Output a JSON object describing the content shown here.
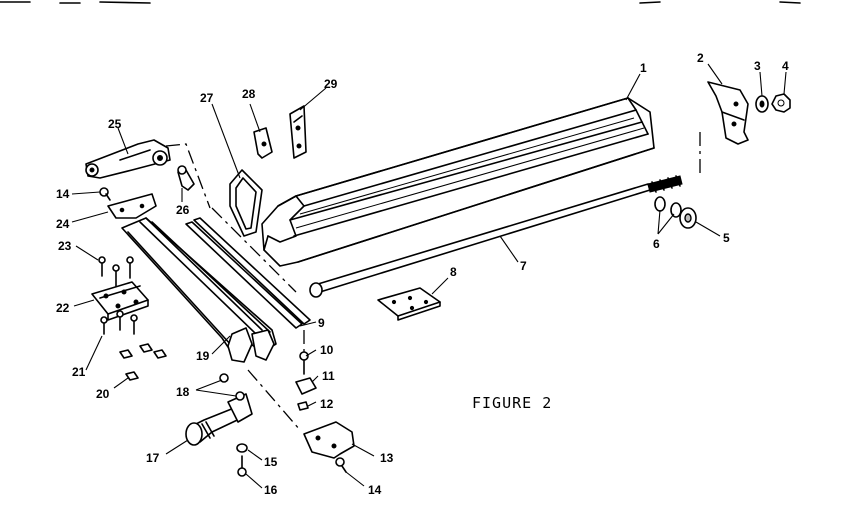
{
  "figure_label": "FIGURE 2",
  "callouts": {
    "p1": "1",
    "p2": "2",
    "p3": "3",
    "p4": "4",
    "p5": "5",
    "p6": "6",
    "p7": "7",
    "p8": "8",
    "p9": "9",
    "p10": "10",
    "p11": "11",
    "p12": "12",
    "p13": "13",
    "p14a": "14",
    "p14b": "14",
    "p15": "15",
    "p16": "16",
    "p17": "17",
    "p18": "18",
    "p19": "19",
    "p20": "20",
    "p21": "21",
    "p22": "22",
    "p23": "23",
    "p24": "24",
    "p25": "25",
    "p26": "26",
    "p27": "27",
    "p28": "28",
    "p29": "29"
  }
}
